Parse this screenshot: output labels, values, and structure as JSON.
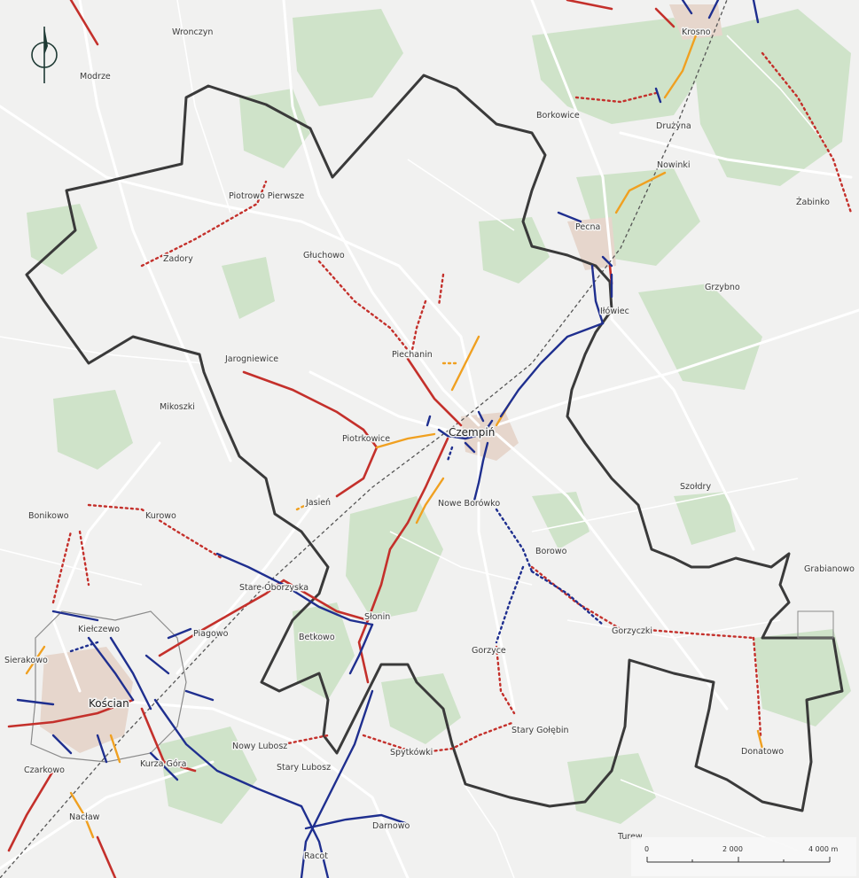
{
  "colors": {
    "background": "#f1f1f0",
    "forest": "#cfe3c9",
    "road": "#ffffff",
    "boundary": "#3a3a3a",
    "railway": "#555555",
    "route_red": "#c4302b",
    "route_orange": "#f0a020",
    "route_blue": "#1f2f8f",
    "built_up": "#e6d6cc"
  },
  "icons": {
    "north_arrow": "north-arrow-icon"
  },
  "places": [
    {
      "name": "Wronczyn"
    },
    {
      "name": "Modrze"
    },
    {
      "name": "Krosno"
    },
    {
      "name": "Borkowice"
    },
    {
      "name": "Drużyna"
    },
    {
      "name": "Nowinki"
    },
    {
      "name": "Żabinko"
    },
    {
      "name": "Piotrowo Pierwsze"
    },
    {
      "name": "Zadory"
    },
    {
      "name": "Głuchowo"
    },
    {
      "name": "Pecna"
    },
    {
      "name": "Grzybno"
    },
    {
      "name": "Iłówiec"
    },
    {
      "name": "Piechanin"
    },
    {
      "name": "Jarogniewice"
    },
    {
      "name": "Mikoszki"
    },
    {
      "name": "Piotrkowice"
    },
    {
      "name": "Czempiń",
      "major": true
    },
    {
      "name": "Jasień"
    },
    {
      "name": "Nowe Borówko"
    },
    {
      "name": "Szołdry"
    },
    {
      "name": "Bonikowo"
    },
    {
      "name": "Kurowo"
    },
    {
      "name": "Borowo"
    },
    {
      "name": "Grabianowo"
    },
    {
      "name": "Stare Oborzyska"
    },
    {
      "name": "Kiełczewo"
    },
    {
      "name": "Piagowo"
    },
    {
      "name": "Słonin"
    },
    {
      "name": "Gorzyczki"
    },
    {
      "name": "Sierakowo"
    },
    {
      "name": "Betkowo"
    },
    {
      "name": "Gorzyce"
    },
    {
      "name": "Kościan",
      "major": true
    },
    {
      "name": "Stary Gołębin"
    },
    {
      "name": "Nowy Lubosz"
    },
    {
      "name": "Stary Lubosz"
    },
    {
      "name": "Spytkówki"
    },
    {
      "name": "Donatowo"
    },
    {
      "name": "Czarkowo"
    },
    {
      "name": "Kurza Góra"
    },
    {
      "name": "Nacław"
    },
    {
      "name": "Darnowo"
    },
    {
      "name": "Turew"
    },
    {
      "name": "Racot"
    }
  ],
  "scale_bar": {
    "labels": [
      "0",
      "2 000",
      "4 000 m"
    ]
  }
}
